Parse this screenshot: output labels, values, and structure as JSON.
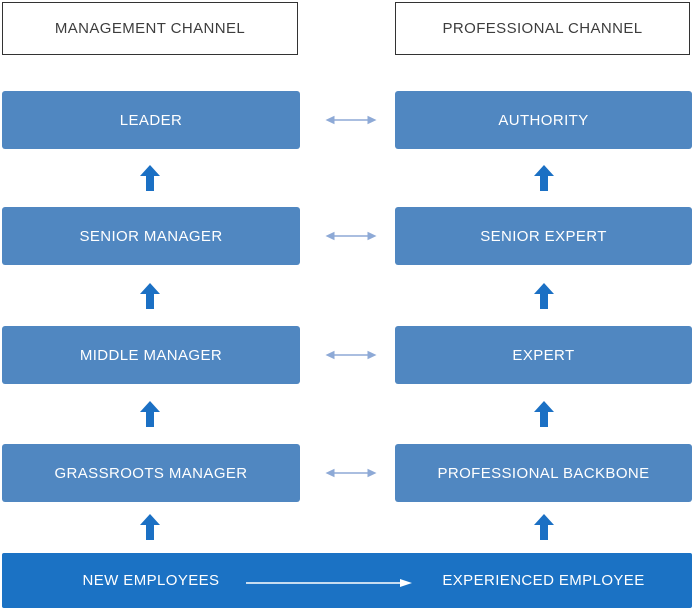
{
  "diagram": {
    "title_context": "Dual career ladder diagram",
    "headers": {
      "management": "MANAGEMENT CHANNEL",
      "professional": "PROFESSIONAL CHANNEL"
    },
    "ladder": {
      "rows": [
        {
          "management": "LEADER",
          "professional": "AUTHORITY"
        },
        {
          "management": "SENIOR MANAGER",
          "professional": "SENIOR EXPERT"
        },
        {
          "management": "MIDDLE MANAGER",
          "professional": "EXPERT"
        },
        {
          "management": "GRASSROOTS MANAGER",
          "professional": "PROFESSIONAL BACKBONE"
        }
      ]
    },
    "base": {
      "start": "NEW EMPLOYEES",
      "end": "EXPERIENCED EMPLOYEE"
    },
    "icons": {
      "up_arrow": "up-arrow",
      "exchange_arrow": "double-headed-horizontal-arrow",
      "progression_arrow": "right-arrow"
    },
    "colors": {
      "level_box_blue": "#5087C1",
      "base_bar_blue": "#1B72C4",
      "up_arrow_blue": "#1B70C4",
      "exchange_arrow_blue": "#8DA9D6",
      "header_border": "#333333",
      "header_text": "#3D3D3D",
      "box_text": "#FFFFFF"
    }
  }
}
